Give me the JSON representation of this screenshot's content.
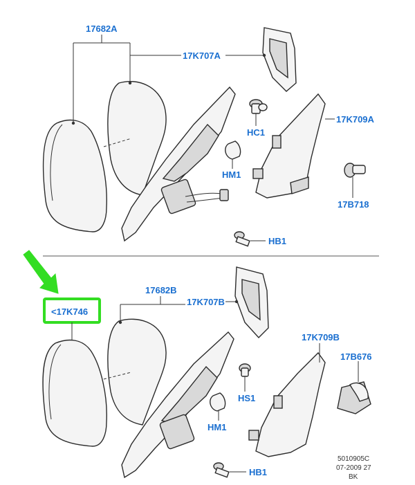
{
  "top_assembly": {
    "label_glass_pair": "17682A",
    "label_back_cover": "17K707A",
    "label_base_trim": "17K709A",
    "label_screw_a": "HC1",
    "label_clip_a": "HM1",
    "label_bulb_socket": "17B718",
    "label_bolt_a": "HB1"
  },
  "bottom_assembly": {
    "label_highlighted": "<17K746",
    "label_glass": "17682B",
    "label_back_cover": "17K707B",
    "label_base_trim": "17K709B",
    "label_lamp": "17B676",
    "label_screw_b": "HS1",
    "label_clip_b": "HM1",
    "label_bolt_b": "HB1"
  },
  "caption": {
    "line1": "5010905C",
    "line2": "07-2009 27",
    "line3": "BK"
  },
  "colors": {
    "label_blue": "#1a6fd0",
    "highlight_green": "#33dd22"
  }
}
